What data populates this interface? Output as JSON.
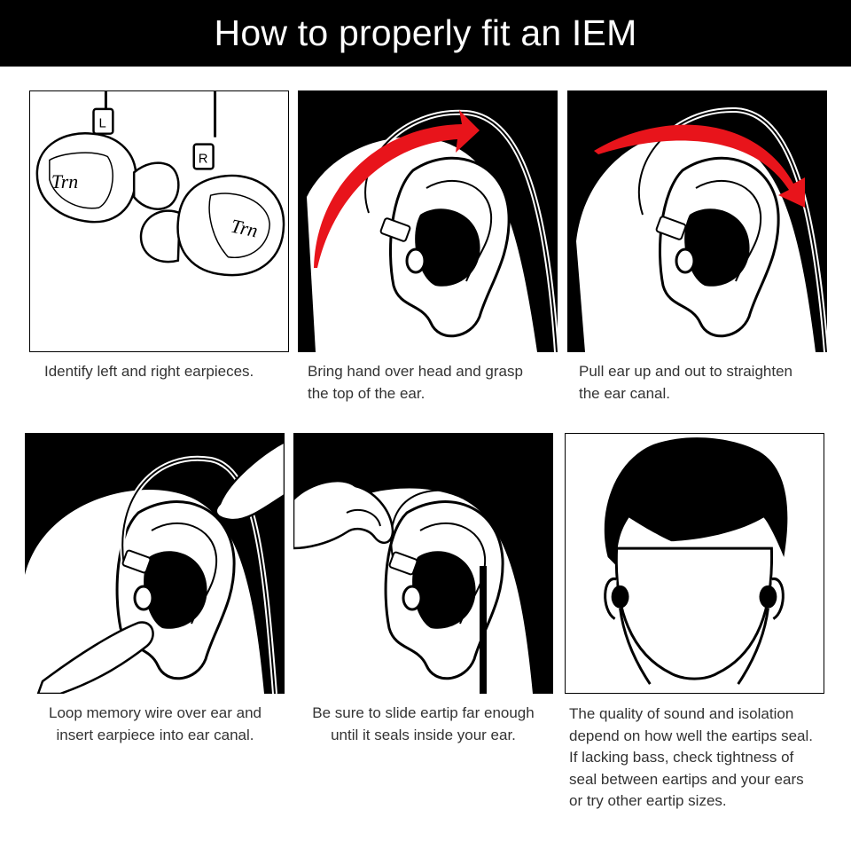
{
  "header": {
    "title": "How to properly fit an IEM"
  },
  "colors": {
    "banner": "#000000",
    "accent": "#e8141b",
    "text": "#333333",
    "frame": "#000000"
  },
  "earpieces": {
    "left_marker": "L",
    "right_marker": "R",
    "brand": "Trn"
  },
  "steps": [
    {
      "lines": [
        "Identify left and right earpieces."
      ]
    },
    {
      "lines": [
        "Bring hand over head and grasp",
        "the top of the ear."
      ]
    },
    {
      "lines": [
        "Pull ear up and out to straighten",
        "the ear canal."
      ]
    },
    {
      "lines": [
        "Loop memory wire over ear and",
        "insert earpiece into ear canal."
      ]
    },
    {
      "lines": [
        "Be sure to slide eartip far enough",
        "until it seals inside your ear."
      ]
    },
    {
      "lines": [
        "The quality of sound and isolation",
        "depend on how well the eartips seal.",
        "If lacking bass, check tightness of",
        "seal between eartips and your ears",
        "or try other eartip sizes."
      ]
    }
  ]
}
